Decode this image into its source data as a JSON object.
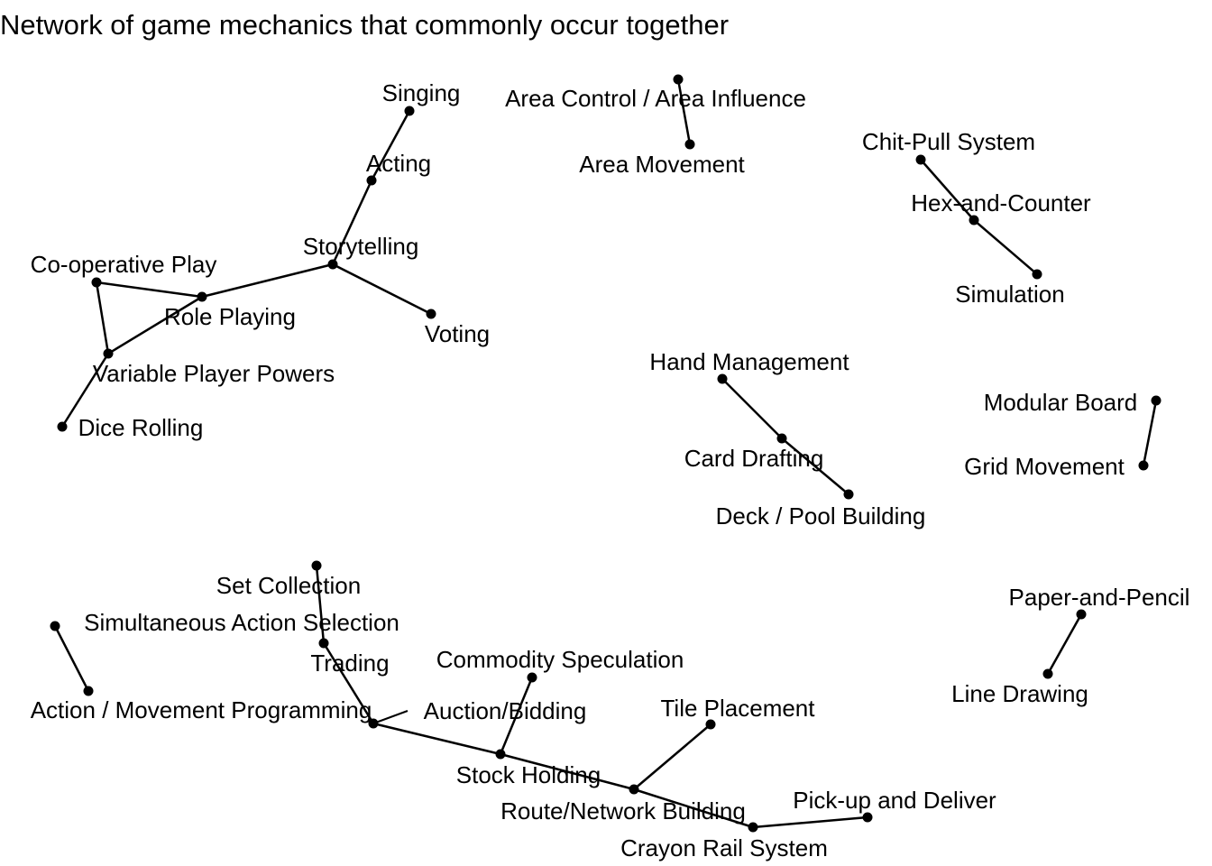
{
  "title": "Network of game mechanics that commonly occur together",
  "colors": {
    "edge": "#000000",
    "node": "#000000",
    "label": "#000000",
    "background": "#ffffff"
  },
  "nodes": [
    "Singing",
    "Acting",
    "Storytelling",
    "Voting",
    "Role Playing",
    "Co-operative Play",
    "Variable Player Powers",
    "Dice Rolling",
    "Area Control / Area Influence",
    "Area Movement",
    "Chit-Pull System",
    "Hex-and-Counter",
    "Simulation",
    "Hand Management",
    "Card Drafting",
    "Deck / Pool Building",
    "Modular Board",
    "Grid Movement",
    "Paper-and-Pencil",
    "Line Drawing",
    "Set Collection",
    "Trading",
    "Simultaneous Action Selection",
    "Action / Movement Programming",
    "Auction/Bidding",
    "Stock Holding",
    "Commodity Speculation",
    "Route/Network Building",
    "Tile Placement",
    "Crayon Rail System",
    "Pick-up and Deliver"
  ],
  "edges": [
    [
      "Singing",
      "Acting"
    ],
    [
      "Acting",
      "Storytelling"
    ],
    [
      "Storytelling",
      "Voting"
    ],
    [
      "Storytelling",
      "Role Playing"
    ],
    [
      "Role Playing",
      "Co-operative Play"
    ],
    [
      "Co-operative Play",
      "Variable Player Powers"
    ],
    [
      "Variable Player Powers",
      "Role Playing"
    ],
    [
      "Variable Player Powers",
      "Dice Rolling"
    ],
    [
      "Area Control / Area Influence",
      "Area Movement"
    ],
    [
      "Chit-Pull System",
      "Hex-and-Counter"
    ],
    [
      "Hex-and-Counter",
      "Simulation"
    ],
    [
      "Hand Management",
      "Card Drafting"
    ],
    [
      "Card Drafting",
      "Deck / Pool Building"
    ],
    [
      "Modular Board",
      "Grid Movement"
    ],
    [
      "Paper-and-Pencil",
      "Line Drawing"
    ],
    [
      "Set Collection",
      "Trading"
    ],
    [
      "Trading",
      "Auction/Bidding"
    ],
    [
      "Simultaneous Action Selection",
      "Action / Movement Programming"
    ],
    [
      "Auction/Bidding",
      "Stock Holding"
    ],
    [
      "Stock Holding",
      "Commodity Speculation"
    ],
    [
      "Stock Holding",
      "Route/Network Building"
    ],
    [
      "Route/Network Building",
      "Tile Placement"
    ],
    [
      "Route/Network Building",
      "Crayon Rail System"
    ],
    [
      "Crayon Rail System",
      "Pick-up and Deliver"
    ]
  ]
}
